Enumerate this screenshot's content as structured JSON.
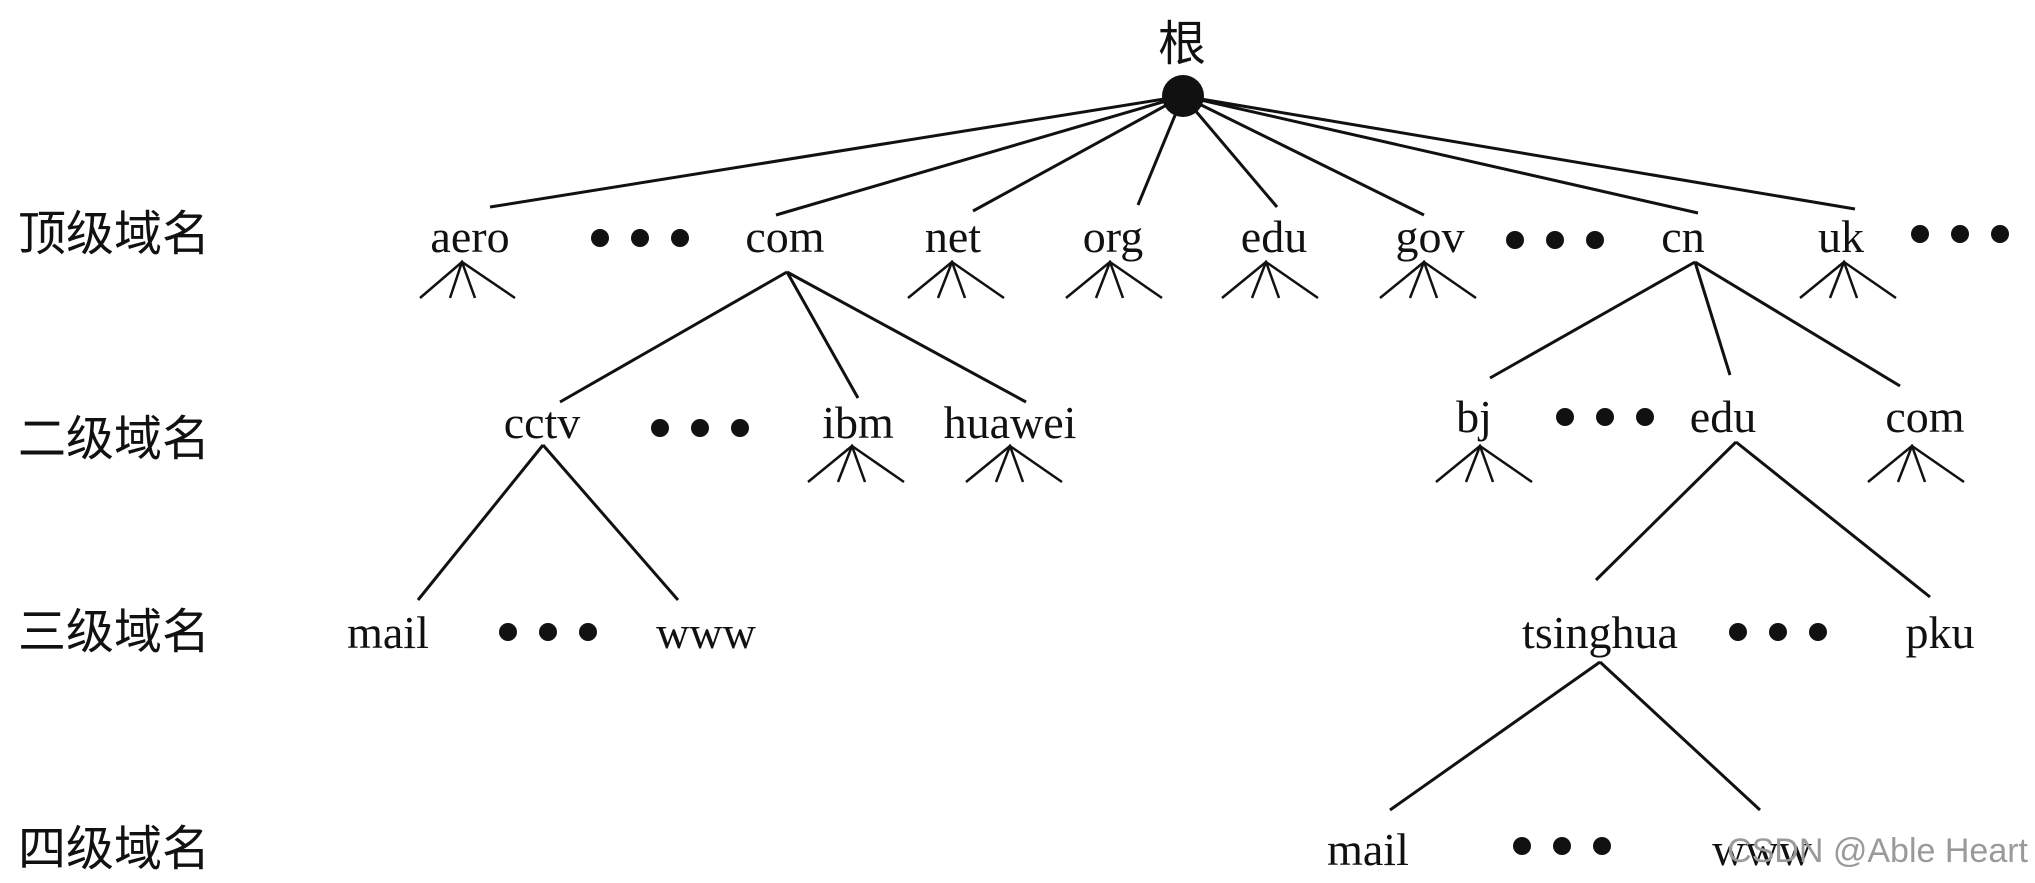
{
  "root": {
    "label": "根"
  },
  "levels": [
    {
      "label": "顶级域名"
    },
    {
      "label": "二级域名"
    },
    {
      "label": "三级域名"
    },
    {
      "label": "四级域名"
    }
  ],
  "top_level": [
    "aero",
    "com",
    "net",
    "org",
    "edu",
    "gov",
    "cn",
    "uk"
  ],
  "second_level": {
    "com": [
      "cctv",
      "ibm",
      "huawei"
    ],
    "cn": [
      "bj",
      "edu",
      "com"
    ]
  },
  "third_level": {
    "cctv": [
      "mail",
      "www"
    ],
    "edu": [
      "tsinghua",
      "pku"
    ]
  },
  "fourth_level": {
    "tsinghua": [
      "mail",
      "www"
    ]
  },
  "watermark": "CSDN @Able Heart"
}
